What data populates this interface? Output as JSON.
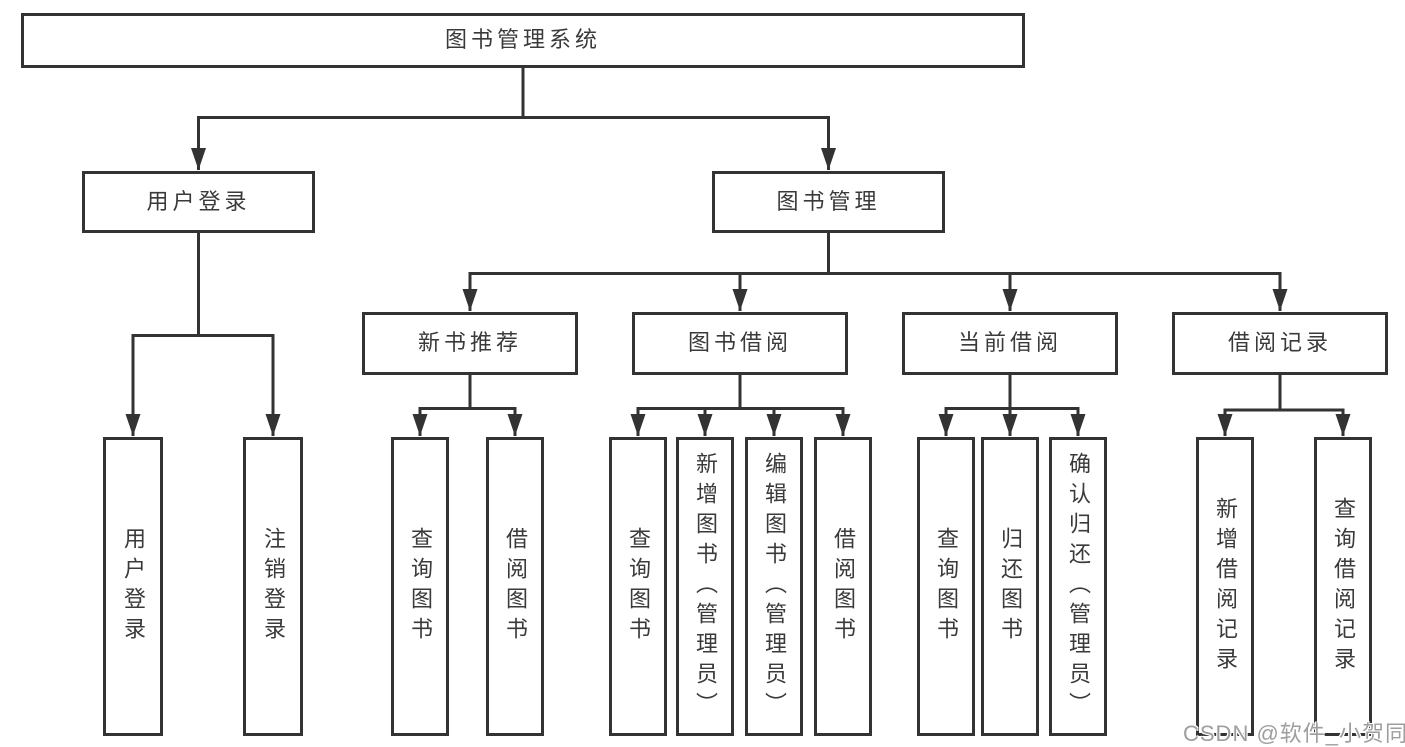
{
  "diagram_title": "图书管理系统",
  "nodes": {
    "root": {
      "label": "图书管理系统"
    },
    "user_login": {
      "label": "用户登录"
    },
    "book_mgmt": {
      "label": "图书管理"
    },
    "login_action": {
      "label": "用户登录"
    },
    "logout_action": {
      "label": "注销登录"
    },
    "new_book_rec": {
      "label": "新书推荐"
    },
    "book_borrow": {
      "label": "图书借阅"
    },
    "current_borrow": {
      "label": "当前借阅"
    },
    "borrow_record": {
      "label": "借阅记录"
    },
    "query_book_1": {
      "label": "查询图书"
    },
    "borrow_book_1": {
      "label": "借阅图书"
    },
    "query_book_2": {
      "label": "查询图书"
    },
    "add_book_admin": {
      "label": "新增图书（管理员）"
    },
    "edit_book_admin": {
      "label": "编辑图书（管理员）"
    },
    "borrow_book_2": {
      "label": "借阅图书"
    },
    "query_book_3": {
      "label": "查询图书"
    },
    "return_book": {
      "label": "归还图书"
    },
    "confirm_return_admin": {
      "label": "确认归还（管理员）"
    },
    "add_borrow_record": {
      "label": "新增借阅记录"
    },
    "query_borrow_record": {
      "label": "查询借阅记录"
    }
  },
  "hierarchy": {
    "图书管理系统": {
      "用户登录": [
        "用户登录",
        "注销登录"
      ],
      "图书管理": {
        "新书推荐": [
          "查询图书",
          "借阅图书"
        ],
        "图书借阅": [
          "查询图书",
          "新增图书（管理员）",
          "编辑图书（管理员）",
          "借阅图书"
        ],
        "当前借阅": [
          "查询图书",
          "归还图书",
          "确认归还（管理员）"
        ],
        "借阅记录": [
          "新增借阅记录",
          "查询借阅记录"
        ]
      }
    }
  },
  "watermark": "CSDN @软件_小贺同学",
  "colors": {
    "line": "#333333",
    "box_border": "#333333",
    "box_fill": "#ffffff",
    "text": "#3a3a3a",
    "watermark": "#9e9e9e",
    "background": "#ffffff"
  }
}
